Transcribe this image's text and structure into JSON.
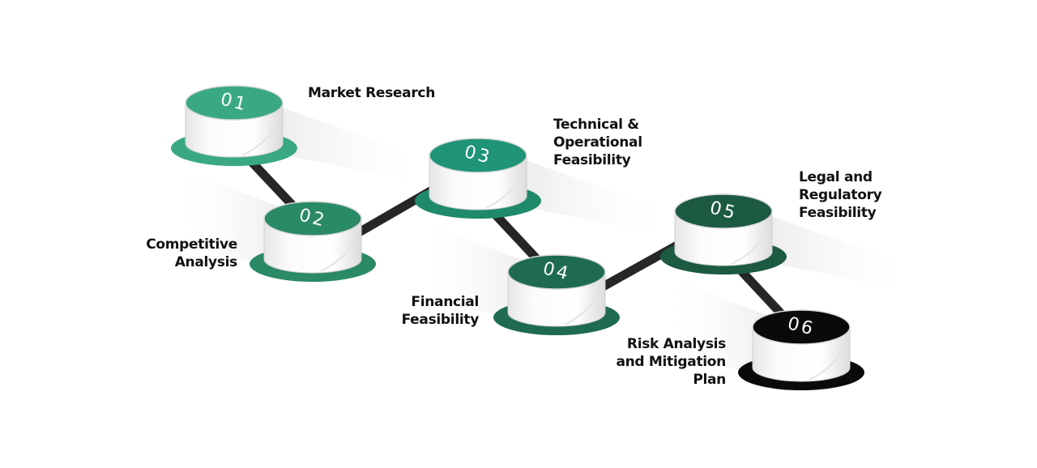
{
  "title": "Feasibility Study Steps",
  "steps": [
    {
      "number": "01",
      "label_lines": [
        "Market Research"
      ],
      "top_color": "#3aa885",
      "base_color": "#3aa885"
    },
    {
      "number": "02",
      "label_lines": [
        "Competitive",
        "Analysis"
      ],
      "top_color": "#2b8a66",
      "base_color": "#2b8a66"
    },
    {
      "number": "03",
      "label_lines": [
        "Technical &",
        "Operational",
        "Feasibility"
      ],
      "top_color": "#1f9477",
      "base_color": "#1f8a6a"
    },
    {
      "number": "04",
      "label_lines": [
        "Financial",
        "Feasibility"
      ],
      "top_color": "#1e6b50",
      "base_color": "#1e6b50"
    },
    {
      "number": "05",
      "label_lines": [
        "Legal and",
        "Regulatory",
        "Feasibility"
      ],
      "top_color": "#1c5a42",
      "base_color": "#1c5a42"
    },
    {
      "number": "06",
      "label_lines": [
        "Risk Analysis",
        "and Mitigation",
        "Plan"
      ],
      "top_color": "#0a0a0a",
      "base_color": "#0a0a0a"
    }
  ],
  "colors": {
    "connector": "#262626",
    "cylinder_side": "#f4f4f4",
    "shadow": "#e9e9e9",
    "text": "#111111"
  }
}
